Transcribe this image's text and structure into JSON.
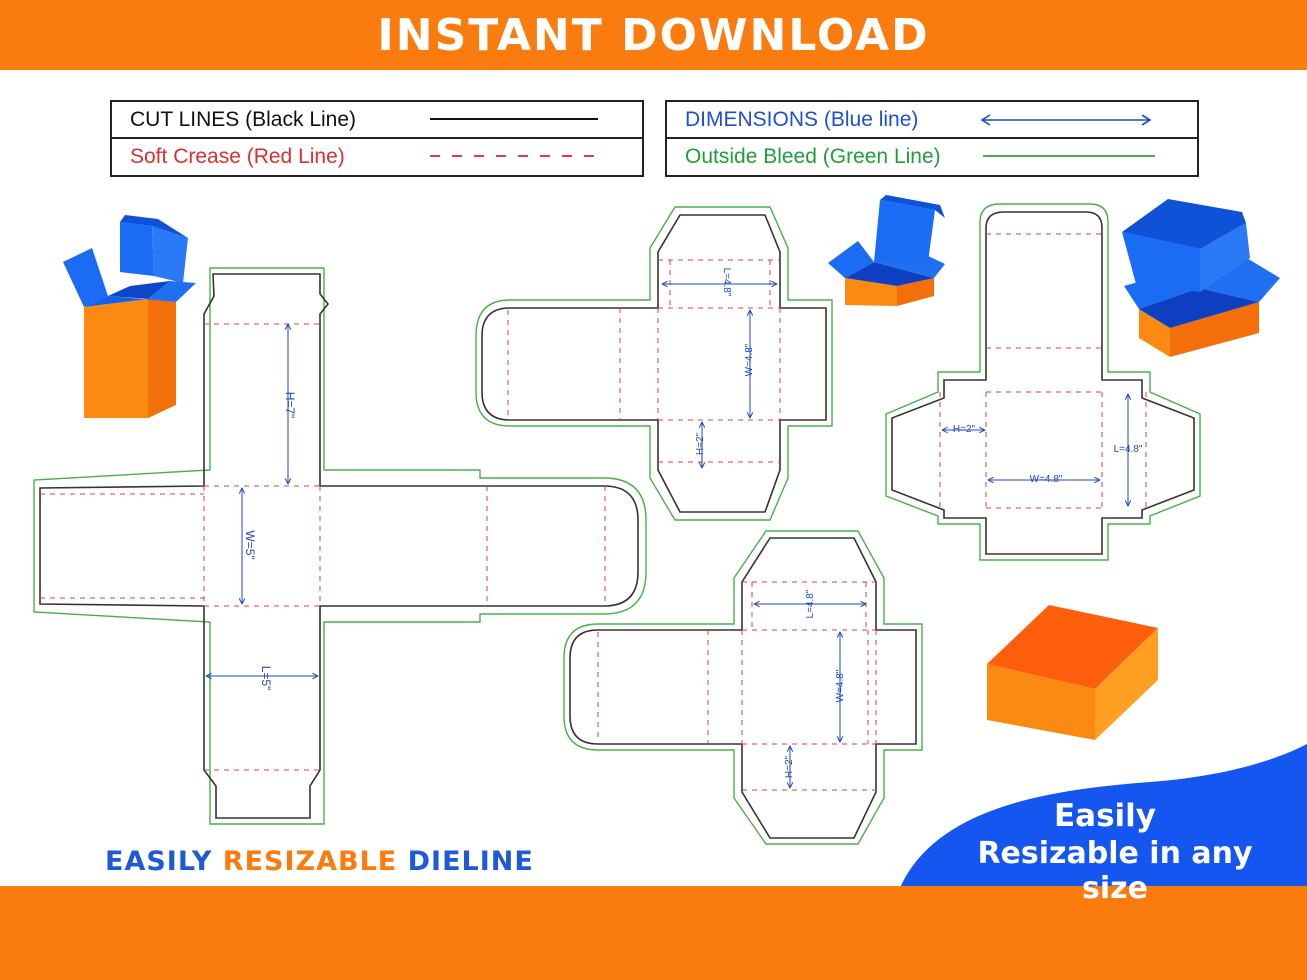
{
  "banner": {
    "title": "INSTANT DOWNLOAD"
  },
  "legend": {
    "cut_lines": "CUT LINES (Black Line)",
    "soft_crease": "Soft Crease (Red Line)",
    "dimensions": "DIMENSIONS (Blue line)",
    "outside_bleed": "Outside Bleed (Green Line)"
  },
  "dielines": {
    "large": {
      "height": "H=7\"",
      "width": "W=5\"",
      "length": "L=5\""
    },
    "top_middle": {
      "length": "L=4.8\"",
      "width": "W=4.8\"",
      "height": "H=2\""
    },
    "right": {
      "height": "H=2\"",
      "width": "W=4.8\"",
      "length": "L=4.8\""
    },
    "bottom_middle": {
      "length": "L=4.8\"",
      "width": "W=4.8\"",
      "height": "H=2\""
    }
  },
  "tagline": {
    "part1": "EASILY",
    "part2": "RESIZABLE",
    "part3": "DIELINE"
  },
  "promo": {
    "line1": "Easily",
    "line2": "Resizable in any size"
  },
  "colors": {
    "banner": "#fb7c0e",
    "cut": "#222222",
    "crease": "#e8394a",
    "dimension": "#2046c8",
    "bleed": "#49b04a",
    "promo_blue": "#1656f0",
    "box_orange": "#fb8a12",
    "box_blue": "#1c66f2"
  }
}
